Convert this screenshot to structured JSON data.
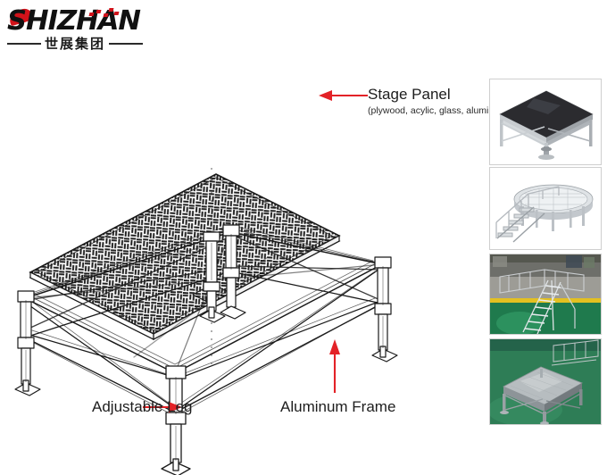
{
  "brand": {
    "name": "SHIZHAN",
    "chinese": "世展集团",
    "accent_color": "#d2121a",
    "text_color": "#111111"
  },
  "diagram": {
    "title": "Exploded view of modular aluminum stage platform",
    "line_color": "#1a1a1a",
    "arrow_color": "#e32227",
    "background": "#ffffff"
  },
  "callouts": [
    {
      "id": "stage-panel",
      "label": "Stage Panel",
      "sublabel": "(plywood, acylic, glass, aluminum)",
      "arrow_direction": "left",
      "arrow_color": "#e32227"
    },
    {
      "id": "adjustable-leg",
      "label": "Adjustable Leg",
      "sublabel": "",
      "arrow_direction": "right",
      "arrow_color": "#e32227"
    },
    {
      "id": "aluminum-frame",
      "label": "Aluminum Frame",
      "sublabel": "",
      "arrow_direction": "up",
      "arrow_color": "#e32227"
    }
  ],
  "photos": [
    {
      "id": "photo-black-top-stage",
      "caption": "Square stage platform with black plywood top and aluminum frame on white background",
      "background": "#ffffff",
      "top_color": "#2b2b2f",
      "frame_color": "#b9bcc0"
    },
    {
      "id": "photo-round-stage-with-stairs",
      "caption": "Round aluminum stage with guardrails and access stairs",
      "background": "#ffffff",
      "frame_color": "#b4b8bd"
    },
    {
      "id": "photo-factory-stairs",
      "caption": "Aluminum stage stairs in factory with green floor and yellow line",
      "background": "#4a4f4a",
      "floor_color": "#1f7a4d",
      "line_color": "#e3c021"
    },
    {
      "id": "photo-assembled-platform",
      "caption": "Assembled aluminum stage platform on green factory floor",
      "background": "#3f6b52",
      "floor_color": "#2e7d56",
      "top_color": "#b7bdc0"
    }
  ]
}
